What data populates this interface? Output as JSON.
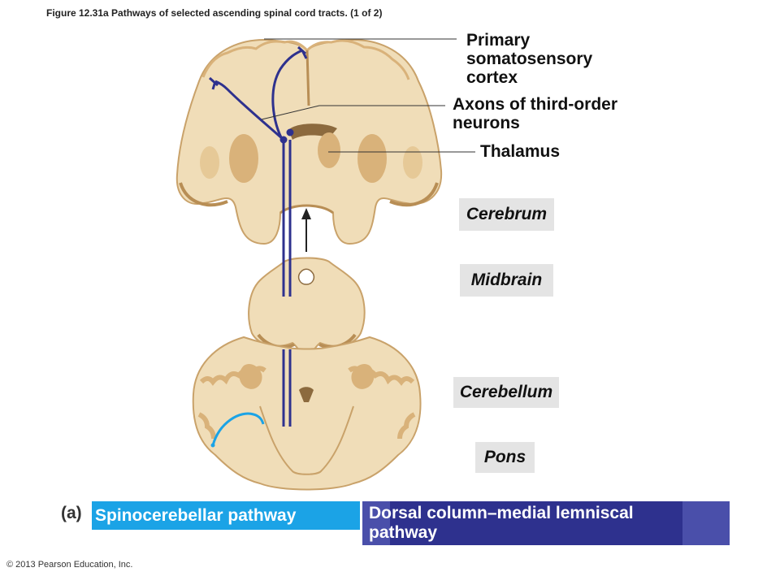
{
  "figure": {
    "title": "Figure 12.31a  Pathways of selected ascending spinal cord tracts. (1 of 2)",
    "copyright": "© 2013 Pearson Education, Inc.",
    "panel_letter": "(a)"
  },
  "callouts": {
    "primary_cortex_line1": "Primary",
    "primary_cortex_line2": "somatosensory",
    "primary_cortex_line3": "cortex",
    "axons_line1": "Axons of third-order",
    "axons_line2": "neurons",
    "thalamus": "Thalamus"
  },
  "regions": {
    "cerebrum": "Cerebrum",
    "midbrain": "Midbrain",
    "cerebellum": "Cerebellum",
    "pons": "Pons"
  },
  "legend": {
    "spinocerebellar": "Spinocerebellar pathway",
    "dorsal_line1": "Dorsal column–medial lemniscal",
    "dorsal_line2": "pathway"
  },
  "colors": {
    "tissue": "#f0ddb8",
    "tissue_dark": "#d9b27a",
    "dorsal_pathway": "#2e318e",
    "spino_pathway": "#1ba3e6",
    "region_box": "#e4e4e4"
  }
}
